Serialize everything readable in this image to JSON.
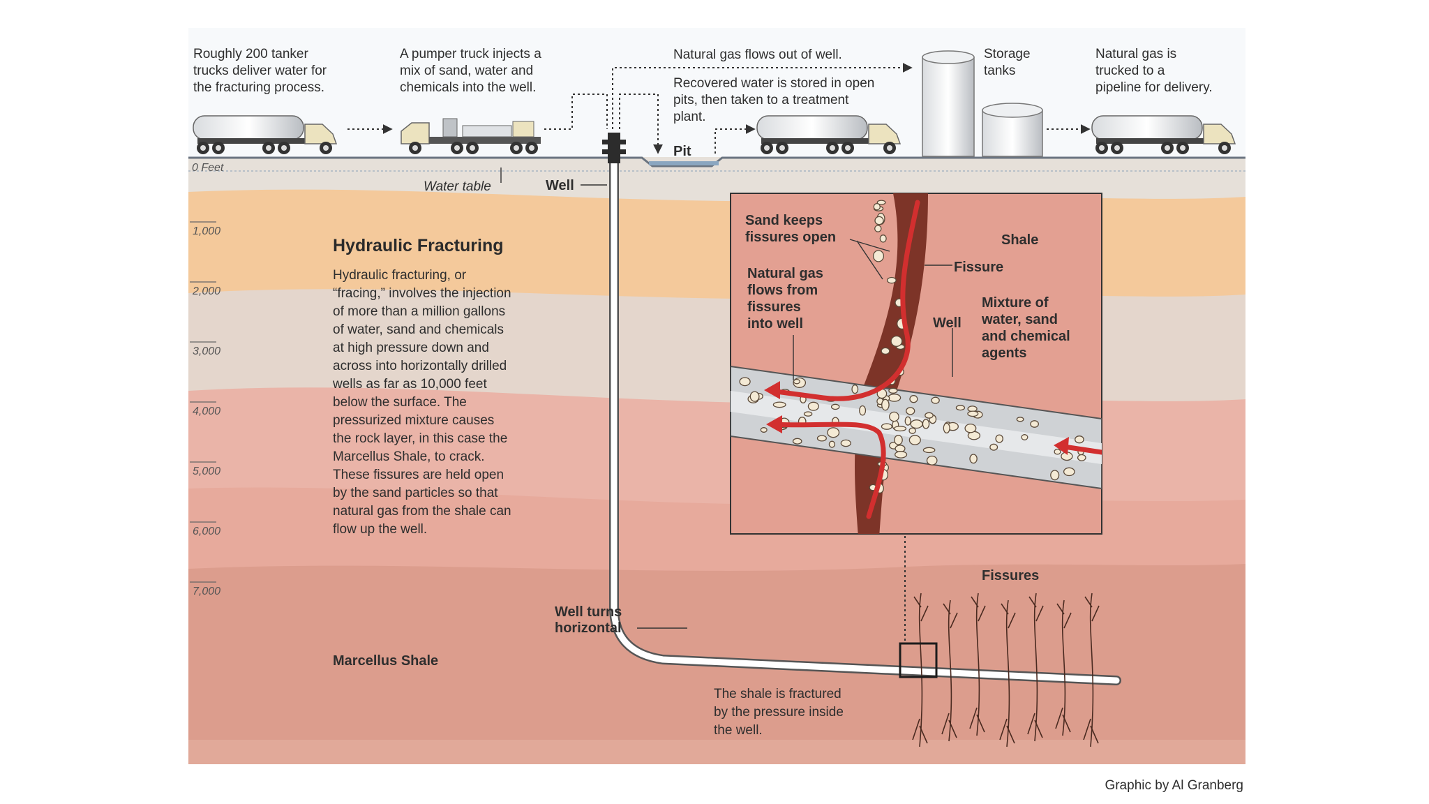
{
  "captions": {
    "tankers": [
      "Roughly 200 tanker",
      "trucks deliver water for",
      "the fracturing process."
    ],
    "pumper": [
      "A pumper truck injects a",
      "mix of sand, water and",
      "chemicals into the well."
    ],
    "gas_flows": "Natural gas flows out of well.",
    "recovered": [
      "Recovered water is stored in open",
      "pits, then taken to a treatment",
      "plant."
    ],
    "storage": [
      "Storage",
      "tanks"
    ],
    "trucked": [
      "Natural gas is",
      "trucked to a",
      "pipeline for delivery."
    ],
    "pit": "Pit",
    "zero_feet": "0 Feet",
    "water_table": "Water table",
    "well": "Well"
  },
  "depths": [
    "1,000",
    "2,000",
    "3,000",
    "4,000",
    "5,000",
    "6,000",
    "7,000"
  ],
  "main": {
    "title": "Hydraulic Fracturing",
    "body": [
      "Hydraulic fracturing, or",
      "“fracing,” involves the injection",
      "of more than a million gallons",
      "of water, sand and chemicals",
      "at high pressure down and",
      "across into horizontally drilled",
      "wells as far as 10,000 feet",
      "below the surface. The",
      "pressurized mixture causes",
      "the rock layer, in this case the",
      "Marcellus Shale, to crack.",
      "These fissures are held open",
      "by the sand particles so that",
      "natural gas from the shale can",
      "flow up the well."
    ],
    "marcellus": "Marcellus Shale",
    "well_turns": [
      "Well turns",
      "horizontal"
    ],
    "fissures": "Fissures",
    "shale_fractured": [
      "The shale is fractured",
      "by the pressure inside",
      "the well."
    ]
  },
  "inset": {
    "sand_keeps": [
      "Sand keeps",
      "fissures open"
    ],
    "shale": "Shale",
    "fissure": "Fissure",
    "natural_gas_flows": [
      "Natural gas",
      "flows from",
      "fissures",
      "into well"
    ],
    "well": "Well",
    "mixture": [
      "Mixture of",
      "water, sand",
      "and chemical",
      "agents"
    ]
  },
  "credit": "Graphic by Al Granberg",
  "colors": {
    "sky": "#ffffff",
    "layer_gray": "#e3ddd6",
    "layer_orange": "#f4c99d",
    "layer_pink": "#e8b1a2",
    "layer_deep": "#dc9c8c",
    "inset_bg": "#e4a193",
    "fissure_brown": "#7a3026",
    "flow_red": "#d62f2f",
    "pipe_gray": "#d4d7da"
  }
}
